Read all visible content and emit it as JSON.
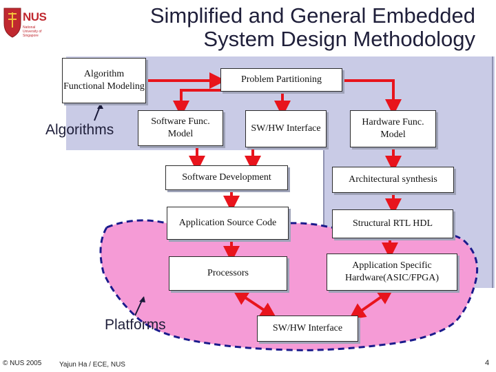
{
  "title": "Simplified and General Embedded System Design Methodology",
  "logo": {
    "text": "NUS",
    "subtext": "National University of Singapore"
  },
  "nodes": {
    "algo_model": "Algorithm Functional Modeling",
    "partition": "Problem Partitioning",
    "sw_model": "Software Func. Model",
    "swhw_interface_top": "SW/HW Interface",
    "hw_model": "Hardware Func. Model",
    "sw_dev": "Software Development",
    "arch_synth": "Architectural synthesis",
    "app_source": "Application Source Code",
    "rtl": "Structural RTL HDL",
    "processors": "Processors",
    "asic": "Application Specific Hardware(ASIC/FPGA)",
    "swhw_interface_bottom": "SW/HW Interface"
  },
  "labels": {
    "algorithms": "Algorithms",
    "platforms": "Platforms"
  },
  "footer": {
    "copyright": "© NUS 2005",
    "author": "Yajun Ha / ECE, NUS",
    "page": "4"
  },
  "colors": {
    "arrow": "#e8141c",
    "platform_fill": "#f59bd6",
    "platform_border": "#1a1a8c",
    "panel": "#c9cbe6"
  }
}
